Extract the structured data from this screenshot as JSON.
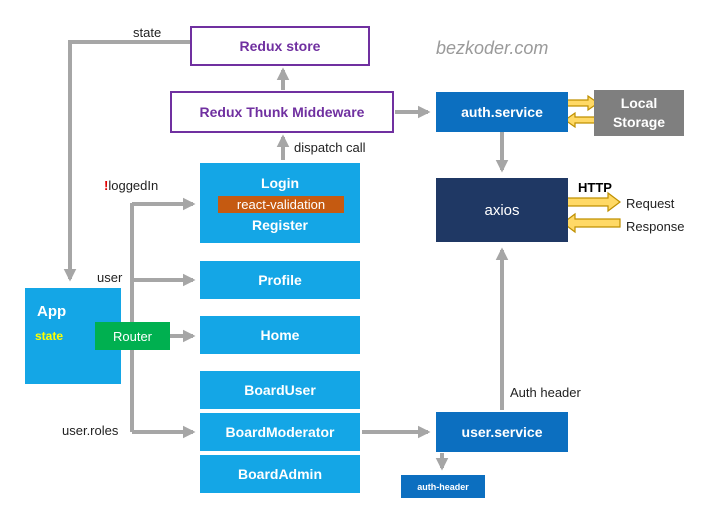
{
  "watermark": "bezkoder.com",
  "nodes": {
    "redux_store": "Redux store",
    "thunk": "Redux Thunk Middeware",
    "auth_service": "auth.service",
    "local_storage_1": "Local",
    "local_storage_2": "Storage",
    "axios": "axios",
    "login": "Login",
    "validation": "react-validation",
    "register": "Register",
    "profile": "Profile",
    "home": "Home",
    "board_user": "BoardUser",
    "board_moderator": "BoardModerator",
    "board_admin": "BoardAdmin",
    "user_service": "user.service",
    "auth_header": "auth-header",
    "app": "App",
    "app_state": "state",
    "router": "Router"
  },
  "labels": {
    "state": "state",
    "dispatch": "dispatch call",
    "logged_bang": "!",
    "logged_rest": "loggedIn",
    "user": "user",
    "user_roles": "user.roles",
    "auth_header_edge": "Auth header",
    "http": "HTTP",
    "request": "Request",
    "response": "Response"
  },
  "colors": {
    "component_blue": "#14a6e6",
    "service_blue": "#0c6fc0",
    "axios_navy": "#1f3864",
    "storage_gray": "#7f7f7f",
    "router_green": "#00b050",
    "validation_orange": "#c55a11",
    "redux_purple": "#7030a0",
    "arrow_gray": "#a6a6a6",
    "http_arrow_yellow": "#ffd966"
  }
}
